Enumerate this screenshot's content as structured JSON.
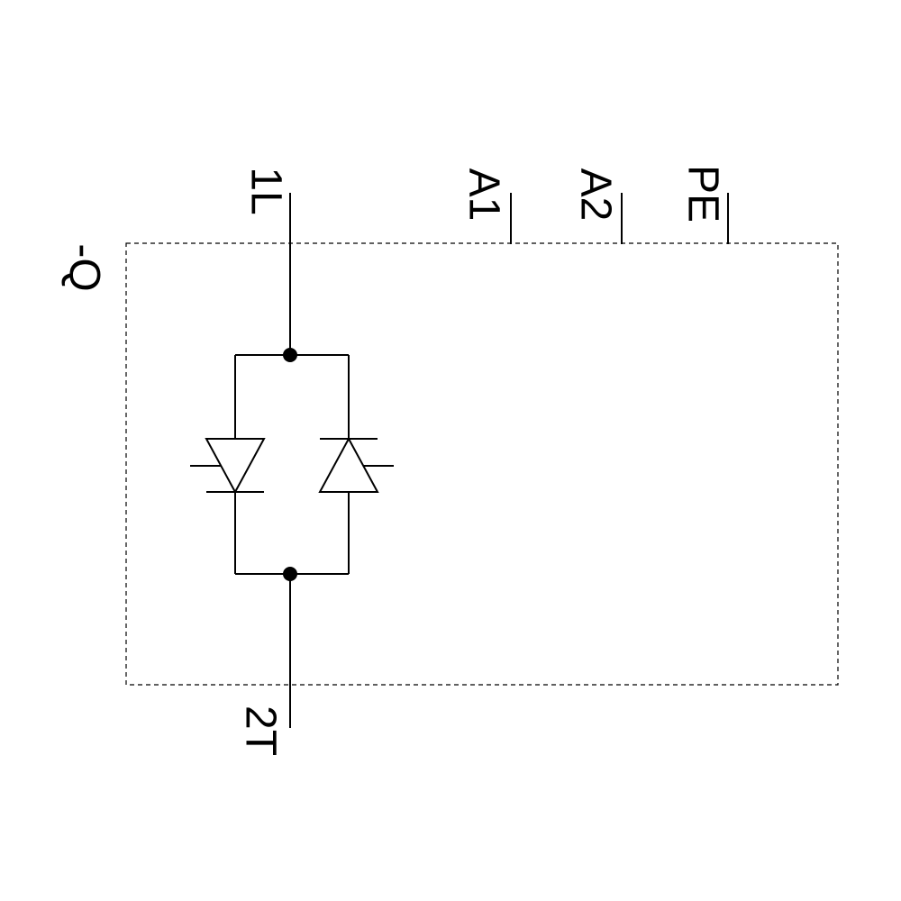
{
  "diagram": {
    "type": "circuit-schematic",
    "device_label": "-Q",
    "terminals": {
      "t1l": "1L",
      "t2t": "2T",
      "a1": "A1",
      "a2": "A2",
      "pe": "PE"
    },
    "components": {
      "thyristor_left": "thyristor-cathode-down",
      "thyristor_right": "thyristor-cathode-up",
      "arrangement": "antiparallel-pair"
    }
  },
  "colors": {
    "stroke": "#000000",
    "background": "#ffffff"
  }
}
